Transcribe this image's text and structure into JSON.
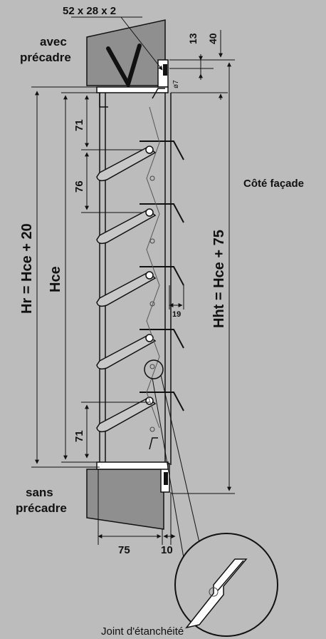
{
  "labels": {
    "profile_size": "52 x 28 x 2",
    "with_frame_line1": "avec",
    "with_frame_line2": "précadre",
    "without_frame_line1": "sans",
    "without_frame_line2": "précadre",
    "facade_side": "Côté façade",
    "seal": "Joint d'étanchéité"
  },
  "dimensions": {
    "d13": "13",
    "d40": "40",
    "d7": "ø7",
    "d71_top": "71",
    "d76": "76",
    "d19": "19",
    "d71_bottom": "71",
    "d75": "75",
    "d10": "10",
    "hr": "Hr = Hce + 20",
    "hce": "Hce",
    "hht": "Hht = Hce + 75"
  },
  "colors": {
    "background": "#bcbcbc",
    "frame_fill": "#8f8f8f",
    "line": "#111111",
    "blade_fill": "#c8c8c8"
  },
  "louver_blades": 5
}
